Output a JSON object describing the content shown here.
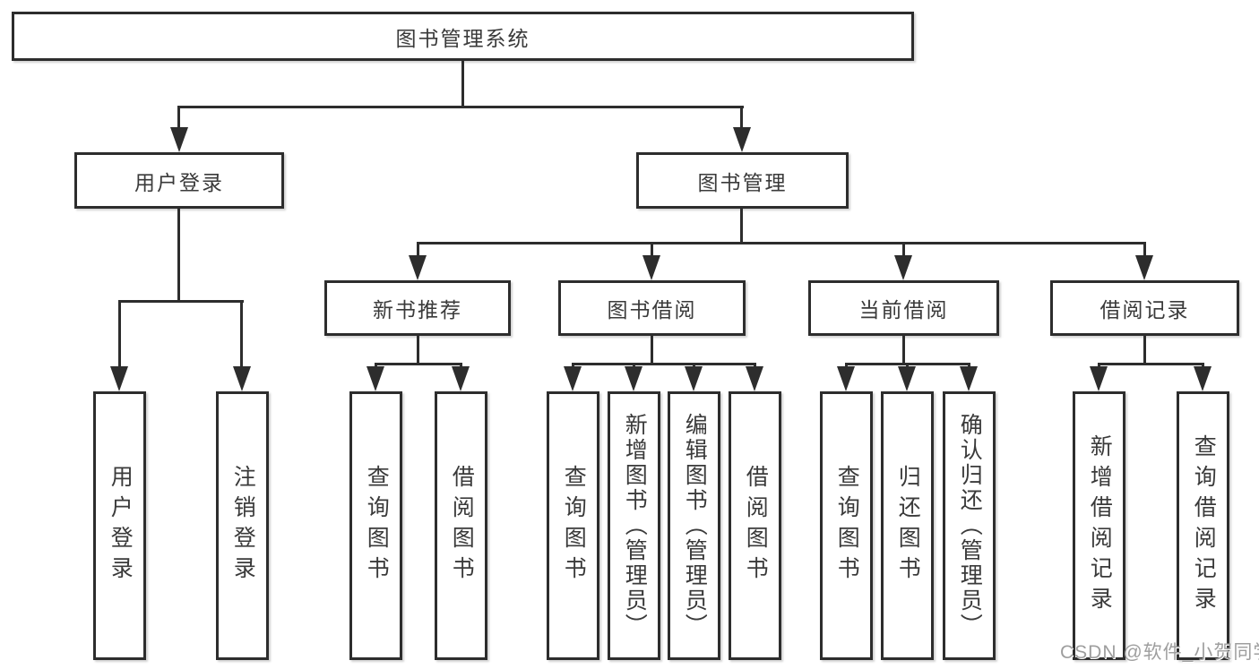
{
  "colors": {
    "line": "#2d2d2d",
    "box_border": "#2d2d2d",
    "text": "#3a3a3a",
    "watermark": "#9e9e9e",
    "background": "#ffffff"
  },
  "tree": {
    "label": "图书管理系统",
    "children": [
      {
        "label": "用户登录",
        "children": [
          {
            "label": "用户登录"
          },
          {
            "label": "注销登录"
          }
        ]
      },
      {
        "label": "图书管理",
        "children": [
          {
            "label": "新书推荐",
            "children": [
              {
                "label": "查询图书"
              },
              {
                "label": "借阅图书"
              }
            ]
          },
          {
            "label": "图书借阅",
            "children": [
              {
                "label": "查询图书"
              },
              {
                "label": "新增图书（管理员）"
              },
              {
                "label": "编辑图书（管理员）"
              },
              {
                "label": "借阅图书"
              }
            ]
          },
          {
            "label": "当前借阅",
            "children": [
              {
                "label": "查询图书"
              },
              {
                "label": "归还图书"
              },
              {
                "label": "确认归还（管理员）"
              }
            ]
          },
          {
            "label": "借阅记录",
            "children": [
              {
                "label": "新增借阅记录"
              },
              {
                "label": "查询借阅记录"
              }
            ]
          }
        ]
      }
    ]
  },
  "watermark": {
    "text": "CSDN @软件_小贺同学"
  }
}
